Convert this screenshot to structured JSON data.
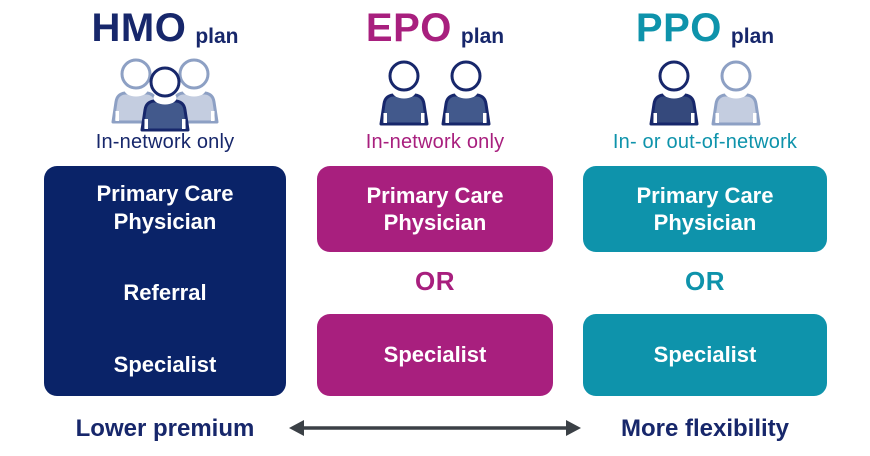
{
  "columns": [
    {
      "acronym": "HMO",
      "plan_word": "plan",
      "network_label": "In-network only",
      "icon": "three-people-group-icon",
      "box_items": [
        "Primary Care Physician",
        "Referral",
        "Specialist"
      ]
    },
    {
      "acronym": "EPO",
      "plan_word": "plan",
      "network_label": "In-network only",
      "icon": "two-people-icon",
      "or_label": "OR",
      "boxes": [
        "Primary Care Physician",
        "Specialist"
      ]
    },
    {
      "acronym": "PPO",
      "plan_word": "plan",
      "network_label": "In- or out-of-network",
      "icon": "two-people-in-or-out-icon",
      "or_label": "OR",
      "boxes": [
        "Primary Care Physician",
        "Specialist"
      ]
    }
  ],
  "footer": {
    "left_label": "Lower premium",
    "right_label": "More flexibility"
  },
  "colors": {
    "navy_text": "#17276b",
    "navy_box": "#0a2368",
    "magenta": "#a81f7e",
    "teal": "#0e93ab",
    "arrow": "#3b4046",
    "person_slate_fill": "#42598c",
    "person_dark_fill": "#35497c",
    "person_light_fill": "#c4cde0",
    "person_light_stroke": "#8da0c4",
    "person_navy_stroke": "#17276b"
  }
}
